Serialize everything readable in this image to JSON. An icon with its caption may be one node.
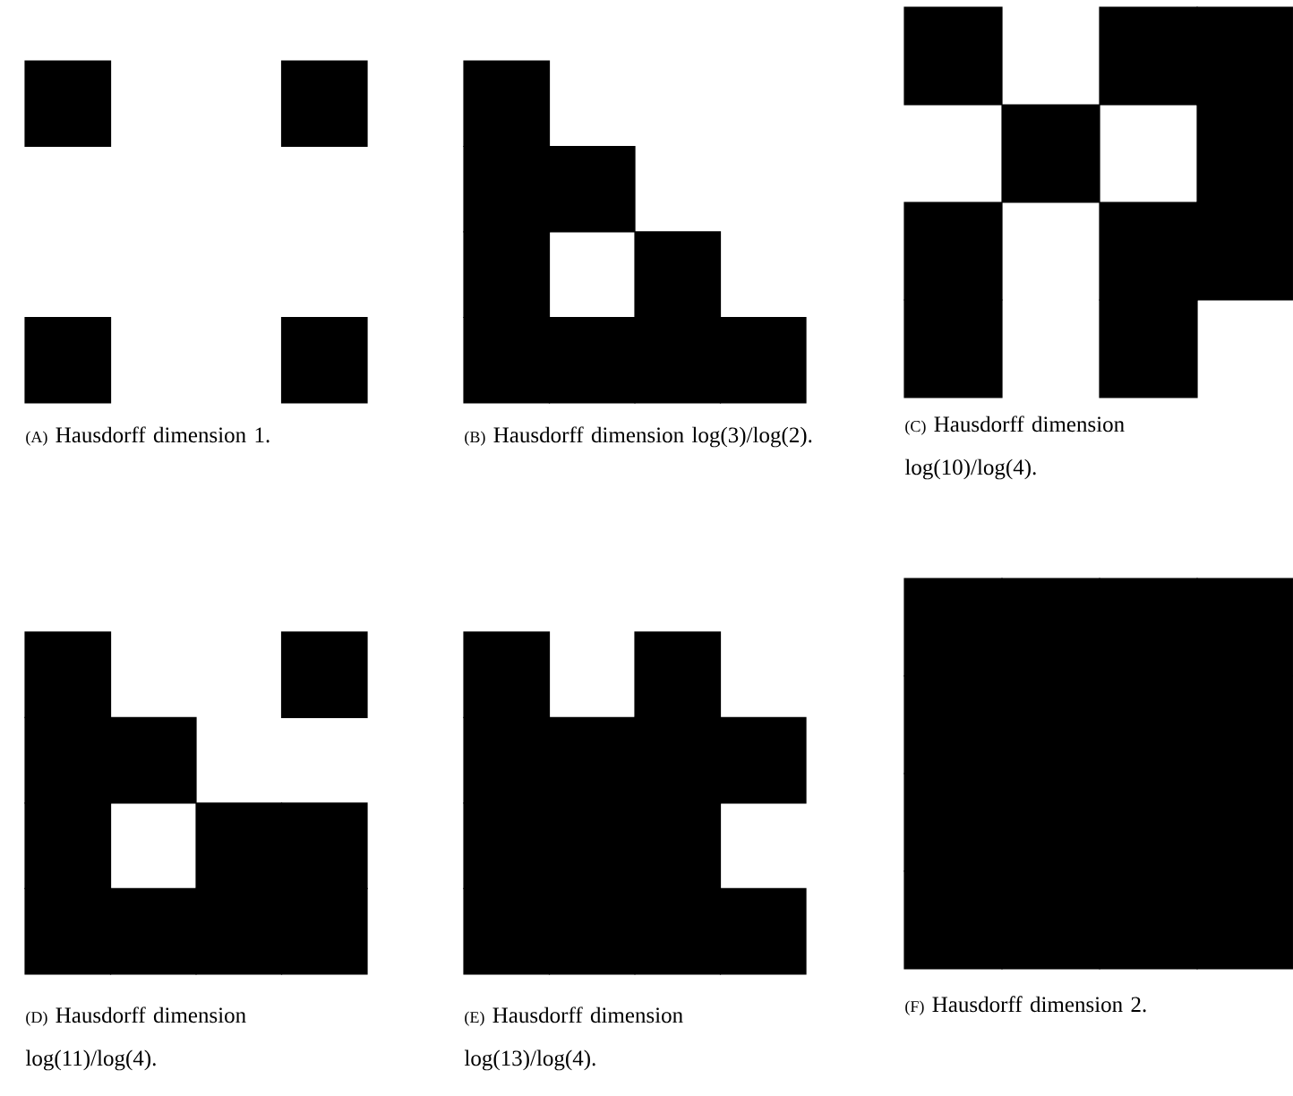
{
  "diagram": {
    "labels": [
      "(A)",
      "Hausdorff dimension 1.",
      "(B)",
      "Hausdorff dimension log(3)/log(2).",
      "(C)",
      "Hausdorff dimension log(10)/log(4).",
      "(D)",
      "Hausdorff dimension log(11)/log(4).",
      "(E)",
      "Hausdorff dimension log(13)/log(4).",
      "(F)",
      "Hausdorff dimension 2."
    ]
  }
}
